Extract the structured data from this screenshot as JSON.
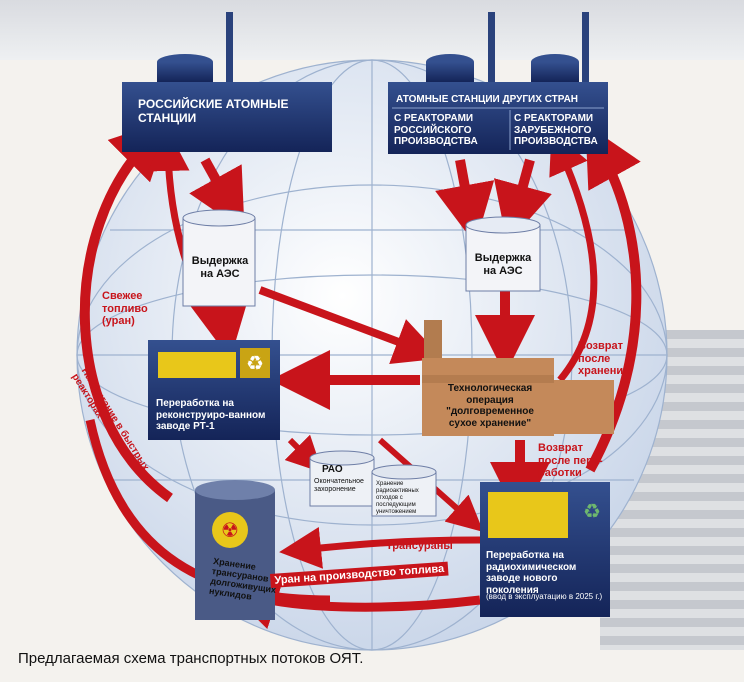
{
  "stations": {
    "russian": "РОССИЙСКИЕ АТОМНЫЕ СТАНЦИИ",
    "foreign_header": "АТОМНЫЕ СТАНЦИИ ДРУГИХ СТРАН",
    "foreign_ru": "С РЕАКТОРАМИ РОССИЙСКОГО ПРОИЗВОДСТВА",
    "foreign_other": "С РЕАКТОРАМИ ЗАРУБЕЖНОГО ПРОИЗВОДСТВА"
  },
  "storage_left": "Выдержка на АЭС",
  "storage_right": "Выдержка на АЭС",
  "rt1": "Переработка на реконструиро-ванном заводе РТ-1",
  "dry_storage": "Технологическая операция \"долговременное сухое хранение\"",
  "new_plant": "Переработка на радиохимическом заводе нового поколения",
  "new_plant_note": "(ввод в эксплуатацию в 2025 г.)",
  "rao": "РАО",
  "final_disposal": "Окончательное захоронение",
  "intermediate_storage": "Хранение радиоактивных отходов с последующим уничтожением",
  "barrel_label": "Хранение трансуранов и долгоживущих нуклидов",
  "arrows": {
    "fresh_fuel": "Свежее топливо (уран)",
    "burn": "На сжигание в быстрых реакторах",
    "return_storage": "Возврат после хранения",
    "return_processing": "Возврат после пере-работки",
    "transuranics": "Трансураны",
    "uranium_fuel": "Уран на производство топлива"
  },
  "caption": "Предлагаемая схема транспортных потоков ОЯТ.",
  "colors": {
    "navy": "#1c2f6b",
    "red": "#c8141b",
    "globe": "#dde6f2",
    "yellow": "#e8c71a"
  }
}
